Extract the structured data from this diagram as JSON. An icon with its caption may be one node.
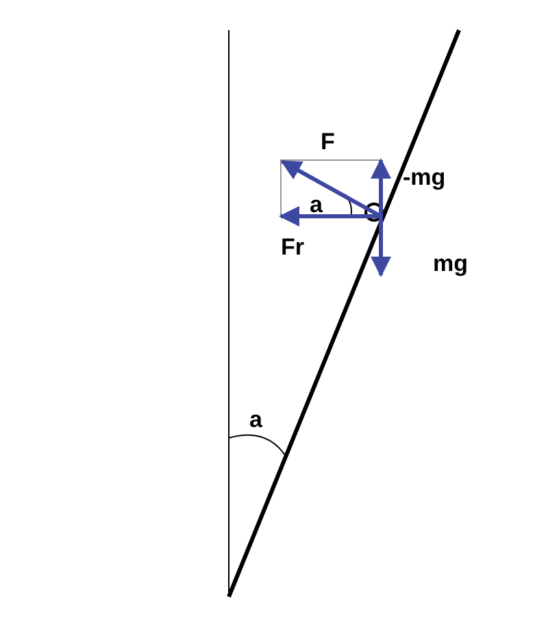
{
  "diagram": {
    "labels": [
      "F",
      "-mg",
      "a",
      "Fr",
      "mg",
      "a"
    ]
  }
}
